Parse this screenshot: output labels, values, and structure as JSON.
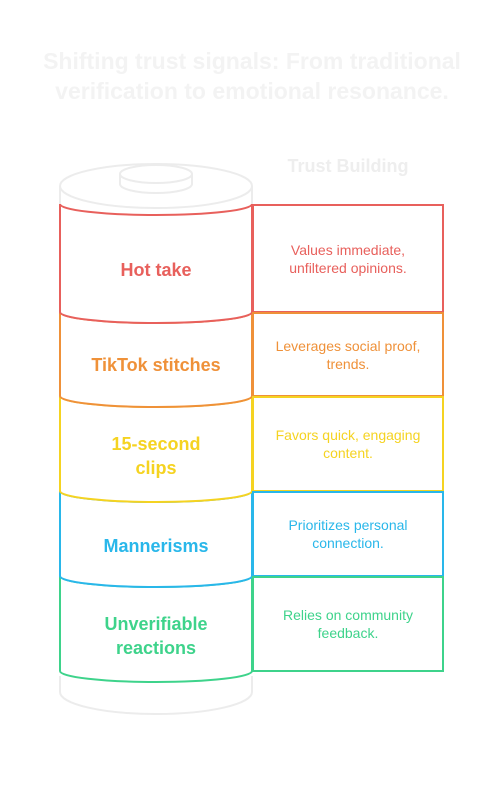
{
  "title": "Shifting trust signals: From traditional verification to emotional resonance.",
  "column_header": "Trust Building",
  "segments": [
    {
      "label": "Hot take",
      "description": "Values immediate, unfiltered opinions.",
      "color": "#e8605c"
    },
    {
      "label": "TikTok stitches",
      "description": "Leverages social proof, trends.",
      "color": "#ef9139"
    },
    {
      "label": "15-second clips",
      "description": "Favors quick, engaging content.",
      "color": "#f5d321"
    },
    {
      "label": "Mannerisms",
      "description": "Prioritizes personal connection.",
      "color": "#29b7ea"
    },
    {
      "label": "Unverifiable reactions",
      "description": "Relies on community feedback.",
      "color": "#3ed38b"
    }
  ]
}
